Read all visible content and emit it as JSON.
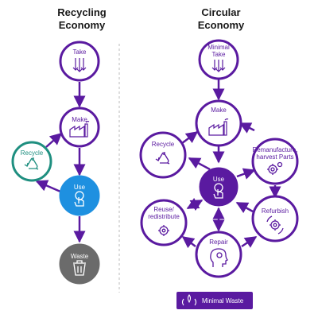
{
  "left_title_line1": "Recycling",
  "left_title_line2": "Economy",
  "right_title_line1": "Circular",
  "right_title_line2": "Economy",
  "left_nodes": {
    "take": "Take",
    "make": "Make",
    "recycle": "Recycle",
    "use": "Use",
    "waste": "Waste"
  },
  "right_nodes": {
    "minimal_take_line1": "Minimal",
    "minimal_take_line2": "Take",
    "make": "Make",
    "recycle": "Recycle",
    "remanufacture_line1": "Remanufacture,",
    "remanufacture_line2": "harvest Parts",
    "use": "Use",
    "reuse_line1": "Reuse/",
    "reuse_line2": "redistribute",
    "refurbish": "Refurbish",
    "repair": "Repair"
  },
  "minimal_waste_label": "Minimal Waste",
  "colors": {
    "purple": "#5a1aa0",
    "blue": "#1e90e0",
    "teal": "#1f8f80",
    "gray": "#6b6b6b"
  },
  "icons": [
    "factory-icon",
    "recycle-icon",
    "gear-icon",
    "hand-touch-icon",
    "trash-icon",
    "head-icon",
    "hands-leaf-icon",
    "download-arrows-icon"
  ]
}
